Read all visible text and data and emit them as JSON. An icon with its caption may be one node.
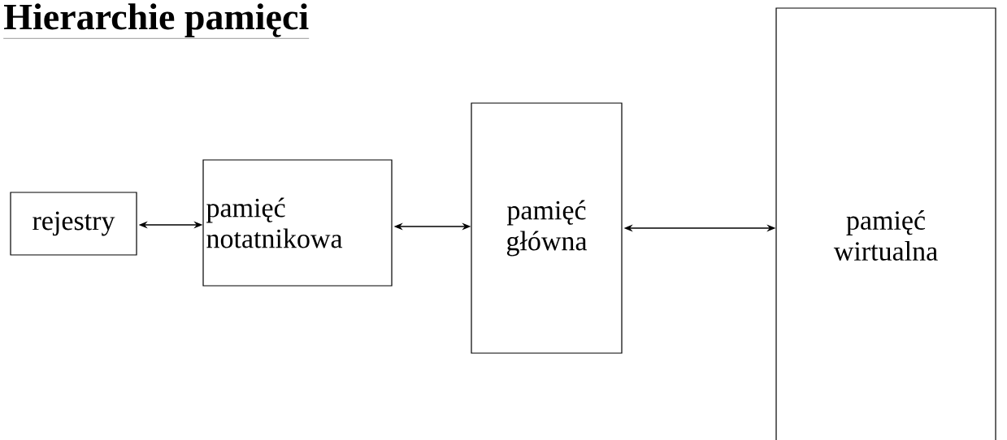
{
  "diagram": {
    "title": "Hierarchie pamięci",
    "nodes": [
      {
        "text": [
          "rejestry"
        ]
      },
      {
        "text": [
          "pamięć notatnikowa"
        ]
      },
      {
        "text": [
          "pamięć główna"
        ]
      },
      {
        "text": [
          "pamięć wirtualna"
        ]
      }
    ],
    "edges": [
      {
        "from": 0,
        "to": 1,
        "arrow": "both"
      },
      {
        "from": 1,
        "to": 2,
        "arrow": "both"
      },
      {
        "from": 2,
        "to": 3,
        "arrow": "both"
      }
    ]
  }
}
